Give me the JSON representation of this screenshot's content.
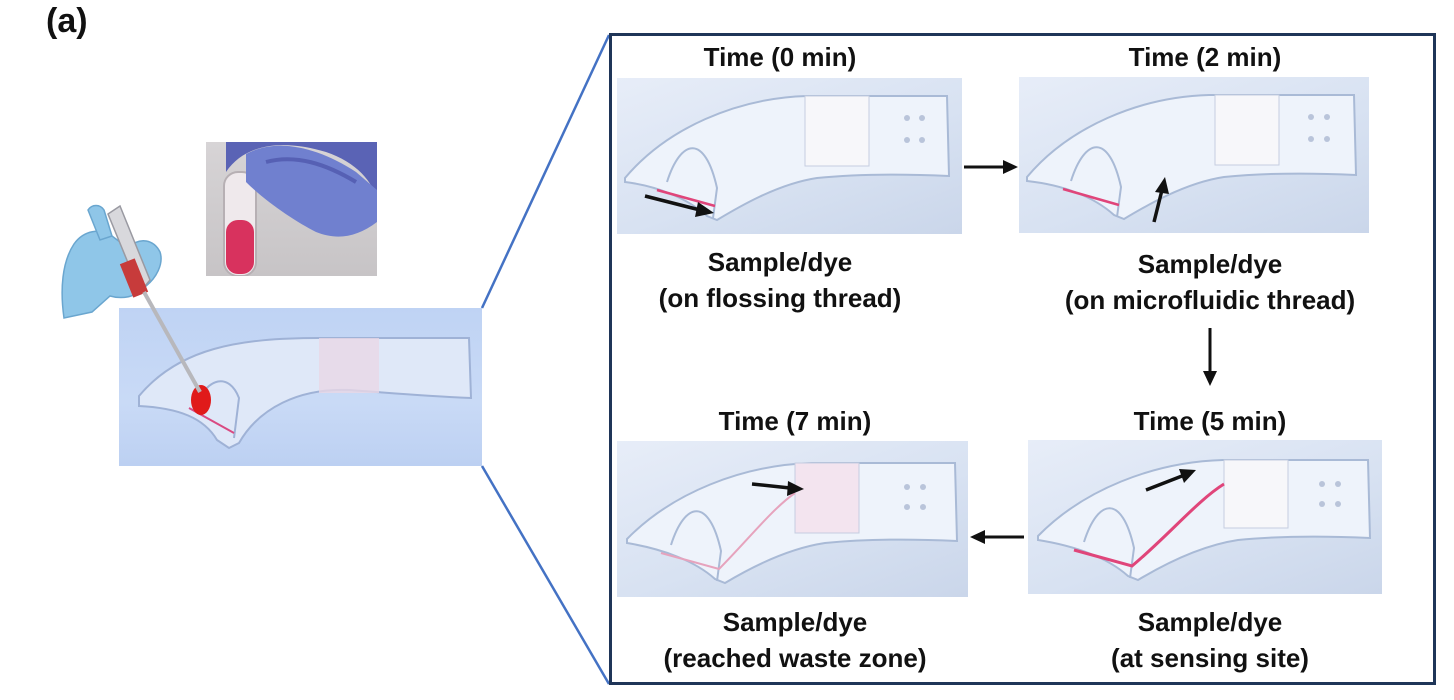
{
  "panel_label": "(a)",
  "steps": [
    {
      "time": "Time (0 min)",
      "caption_line1": "Sample/dye",
      "caption_line2": "(on flossing thread)"
    },
    {
      "time": "Time (2 min)",
      "caption_line1": "Sample/dye",
      "caption_line2": "(on microfluidic thread)"
    },
    {
      "time": "Time (5 min)",
      "caption_line1": "Sample/dye",
      "caption_line2": "(at sensing site)"
    },
    {
      "time": "Time (7 min)",
      "caption_line1": "Sample/dye",
      "caption_line2": "(reached waste zone)"
    }
  ],
  "colors": {
    "frame": "#1f3558",
    "zoom_lines": "#4472c4",
    "dye": "#e0457a",
    "drop": "#e01a1a",
    "glove": "#7f8fd6"
  }
}
